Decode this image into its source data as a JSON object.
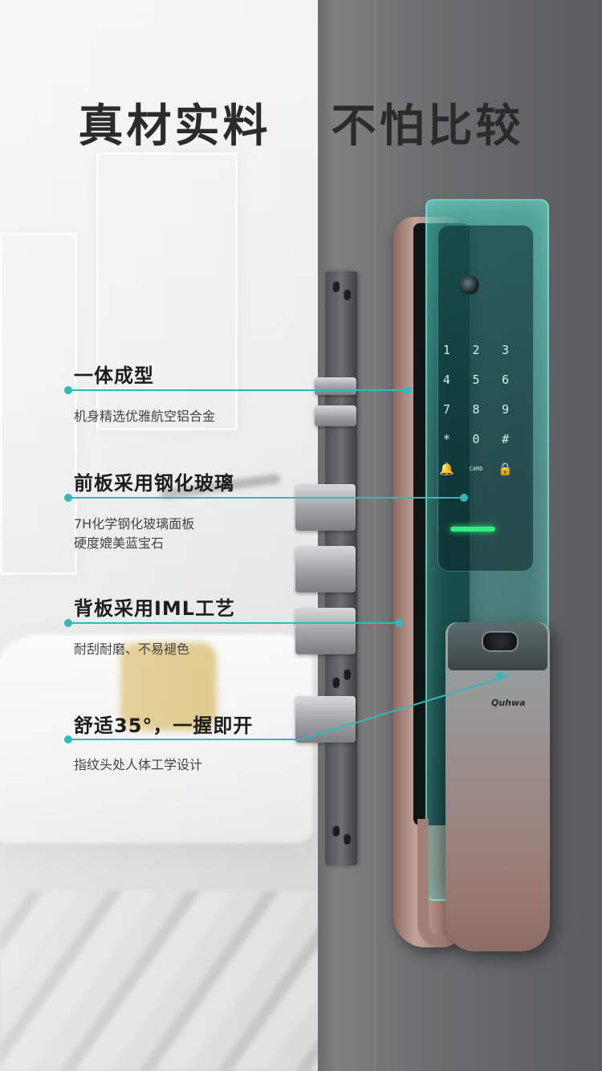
{
  "title": {
    "part1": "真材实料",
    "part2": "不怕比较"
  },
  "features": [
    {
      "heading": "一体成型",
      "lines": [
        "机身精选优雅航空铝合金"
      ]
    },
    {
      "heading": "前板采用钢化玻璃",
      "lines": [
        "7H化学钢化玻璃面板",
        "硬度媲美蓝宝石"
      ]
    },
    {
      "heading": "背板采用IML工艺",
      "lines": [
        "耐刮耐磨、不易褪色"
      ]
    },
    {
      "heading": "舒适35°，一握即开",
      "lines": [
        "指纹头处人体工学设计"
      ]
    }
  ],
  "keypad": [
    "1",
    "2",
    "3",
    "4",
    "5",
    "6",
    "7",
    "8",
    "9",
    "*",
    "0",
    "#"
  ],
  "keypad_card_label": "CARD",
  "brand": "Quhwa",
  "colors": {
    "accent": "#33b7b8",
    "glass": "#40d6c4",
    "lock_body": "#a98379",
    "led": "#2ff07c"
  }
}
